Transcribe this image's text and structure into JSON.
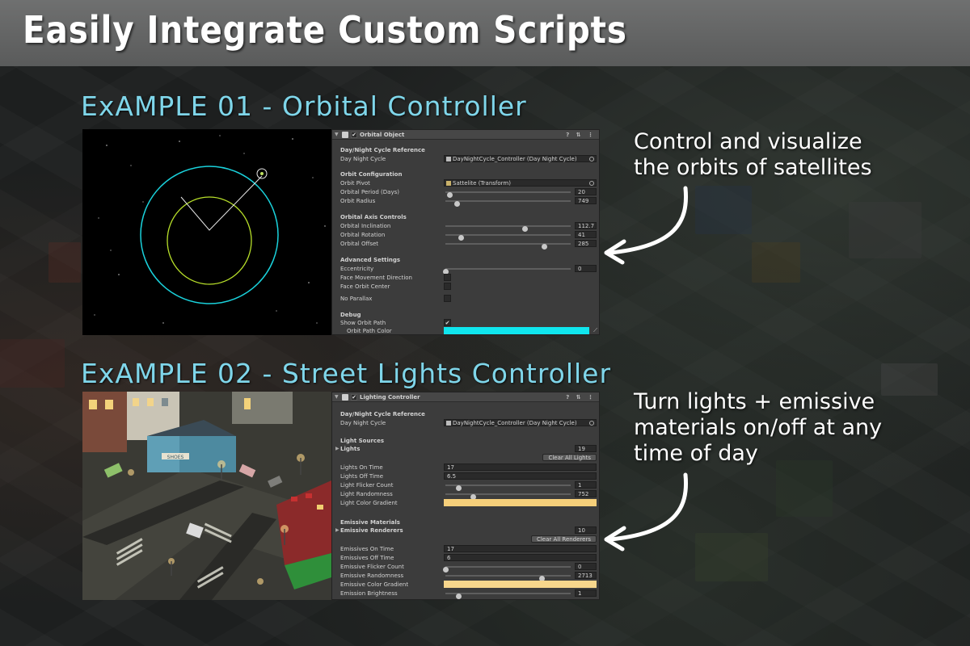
{
  "page": {
    "title": "Easily Integrate Custom Scripts"
  },
  "example1": {
    "heading": "ExAMPLE 01 - Orbital Controller",
    "callout_line1": "Control and visualize",
    "callout_line2": "the orbits of satellites",
    "inspector": {
      "component_name": "Orbital Object",
      "header_icons": "? ⇅ ⋮",
      "section_daynight": "Day/Night Cycle Reference",
      "day_night_cycle_label": "Day Night Cycle",
      "day_night_cycle_value": "DayNightCycle_Controller (Day Night Cycle)",
      "section_orbit_config": "Orbit Configuration",
      "orbit_pivot_label": "Orbit Pivot",
      "orbit_pivot_value": "Sattelite (Transform)",
      "orbital_period_label": "Orbital Period (Days)",
      "orbital_period_value": "20",
      "orbital_period_fraction": 0.03,
      "orbit_radius_label": "Orbit Radius",
      "orbit_radius_value": "749",
      "orbit_radius_fraction": 0.09,
      "section_axis": "Orbital Axis Controls",
      "inclination_label": "Orbital Inclination",
      "inclination_value": "112.7",
      "inclination_fraction": 0.63,
      "rotation_label": "Orbital Rotation",
      "rotation_value": "41",
      "rotation_fraction": 0.12,
      "offset_label": "Orbital Offset",
      "offset_value": "285",
      "offset_fraction": 0.79,
      "section_advanced": "Advanced Settings",
      "eccentricity_label": "Eccentricity",
      "eccentricity_value": "0",
      "eccentricity_fraction": 0.0,
      "face_movement_label": "Face Movement Direction",
      "face_center_label": "Face Orbit Center",
      "no_parallax_label": "No Parallax",
      "section_debug": "Debug",
      "show_orbit_path_label": "Show Orbit Path",
      "show_orbit_path_checked": "✔",
      "orbit_path_color_label": "Orbit Path Color",
      "orbit_path_color": "#10e6ee"
    }
  },
  "example2": {
    "heading": "ExAMPLE 02 - Street Lights Controller",
    "callout_line1": "Turn lights + emissive",
    "callout_line2": "materials on/off at any",
    "callout_line3": "time of day",
    "inspector": {
      "component_name": "Lighting Controller",
      "header_icons": "? ⇅ ⋮",
      "section_daynight": "Day/Night Cycle Reference",
      "day_night_cycle_label": "Day Night Cycle",
      "day_night_cycle_value": "DayNightCycle_Controller (Day Night Cycle)",
      "section_light_sources": "Light Sources",
      "lights_label": "Lights",
      "lights_value": "19",
      "clear_lights_label": "Clear All Lights",
      "lights_on_label": "Lights On Time",
      "lights_on_value": "17",
      "lights_off_label": "Lights Off Time",
      "lights_off_value": "6.5",
      "flicker_label": "Light Flicker Count",
      "flicker_value": "1",
      "flicker_fraction": 0.1,
      "randomness_label": "Light Randomness",
      "randomness_value": "752",
      "randomness_fraction": 0.22,
      "gradient_label": "Light Color Gradient",
      "gradient_color": "#f6cf7a",
      "section_emissive": "Emissive Materials",
      "renderers_label": "Emissive Renderers",
      "renderers_value": "10",
      "clear_renderers_label": "Clear All Renderers",
      "emissive_on_label": "Emissives On Time",
      "emissive_on_value": "17",
      "emissive_off_label": "Emissives Off Time",
      "emissive_off_value": "6",
      "emissive_flicker_label": "Emissive Flicker Count",
      "emissive_flicker_value": "0",
      "emissive_flicker_fraction": 0.0,
      "emissive_randomness_label": "Emissive Randomness",
      "emissive_randomness_value": "2713",
      "emissive_randomness_fraction": 0.77,
      "emissive_gradient_label": "Emissive Color Gradient",
      "emissive_gradient_color": "#f7d68c",
      "emission_brightness_label": "Emission Brightness",
      "emission_brightness_value": "1",
      "emission_brightness_fraction": 0.1
    },
    "scene": {
      "shop_sign": "SHOES"
    }
  }
}
